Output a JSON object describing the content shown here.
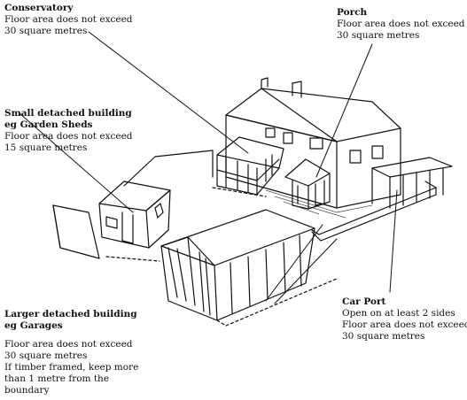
{
  "labels": {
    "conservatory": {
      "title": "Conservatory",
      "lines": [
        "Floor area does not exceed",
        "30 square metres"
      ]
    },
    "porch": {
      "title": "Porch",
      "lines": [
        "Floor area does not exceed",
        "30 square metres"
      ]
    },
    "small_building": {
      "title": "Small detached building",
      "subtitle": "eg  Garden Sheds",
      "lines": [
        "Floor area does not exceed",
        "15 square metres"
      ]
    },
    "large_building": {
      "title": "Larger detached building",
      "subtitle": "eg  Garages",
      "lines": [
        "Floor area does not exceed",
        "30 square metres",
        "If timber framed, keep more",
        "than 1 metre from the",
        "boundary"
      ]
    },
    "car_port": {
      "title": "Car Port",
      "lines": [
        "Open on at least 2 sides",
        "Floor area does not exceed",
        "30 square metres"
      ]
    }
  }
}
